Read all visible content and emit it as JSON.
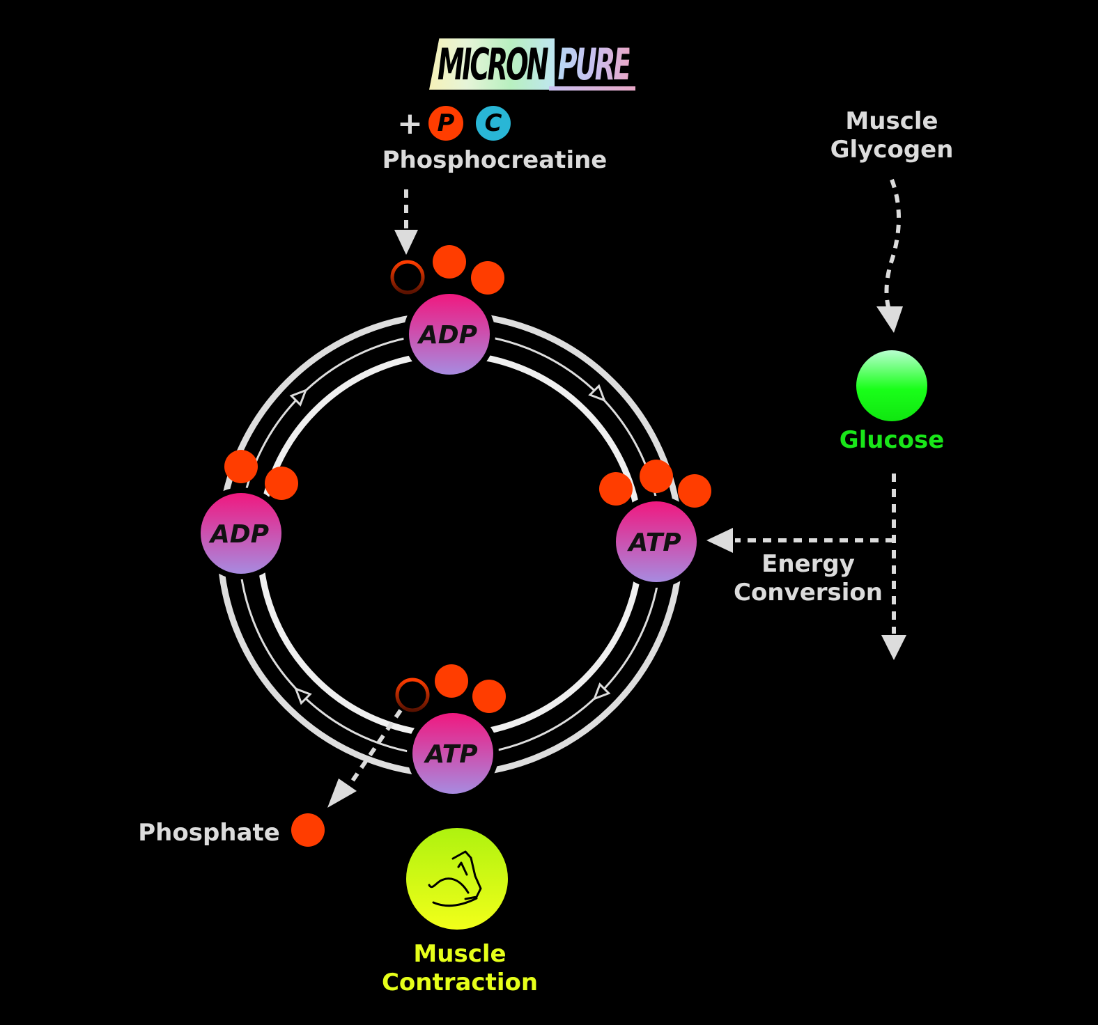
{
  "logo": {
    "part1": "MICRON",
    "part2": "PURE"
  },
  "supplement": {
    "plus": "+",
    "chips": [
      {
        "letter": "P",
        "color": "#ff3d00"
      },
      {
        "letter": "C",
        "color": "#29b6d6"
      }
    ],
    "label": "Phosphocreatine"
  },
  "glycogen": {
    "line1": "Muscle",
    "line2": "Glycogen"
  },
  "glucose": {
    "label": "Glucose",
    "color": "#19e619"
  },
  "energy": {
    "line1": "Energy",
    "line2": "Conversion"
  },
  "cycle": {
    "nodes": [
      {
        "id": "top",
        "label": "ADP",
        "phosphates": 2,
        "empty_slot": true
      },
      {
        "id": "right",
        "label": "ATP",
        "phosphates": 3,
        "empty_slot": false
      },
      {
        "id": "bottom",
        "label": "ATP",
        "phosphates": 2,
        "empty_slot": true
      },
      {
        "id": "left",
        "label": "ADP",
        "phosphates": 2,
        "empty_slot": false
      }
    ],
    "direction": "clockwise"
  },
  "phosphate": {
    "label": "Phosphate"
  },
  "muscle": {
    "line1": "Muscle",
    "line2": "Contraction",
    "icon": "flexed-bicep-icon",
    "color": "#e6ff1a"
  },
  "colors": {
    "background": "#000000",
    "text": "#dcdcdc",
    "phosphate": "#ff3d00",
    "node_top": "#f0187f",
    "node_bottom": "#a78be0",
    "ring": "#e6e6e6"
  }
}
